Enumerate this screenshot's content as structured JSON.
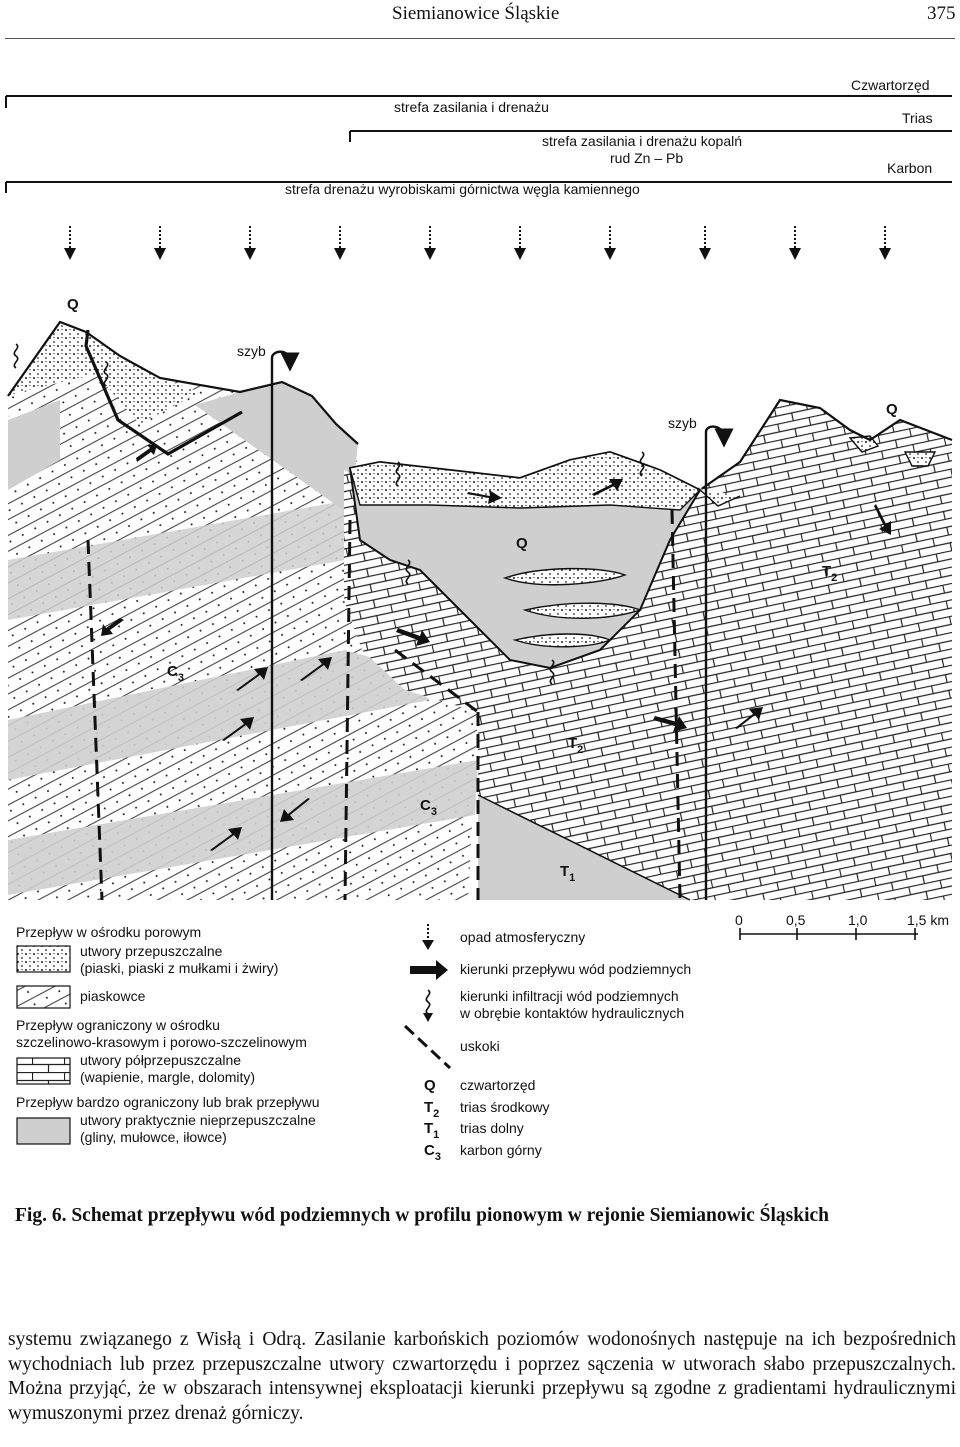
{
  "header": {
    "running_title": "Siemianowice Śląskie",
    "page_number": "375"
  },
  "figure": {
    "zones": {
      "czwartorzed": "Czwartorzęd",
      "trias": "Trias",
      "karbon": "Karbon",
      "strefa_zasilania": "strefa zasilania i drenażu",
      "strefa_kopaln_line1": "strefa zasilania i drenażu kopalń",
      "strefa_kopaln_line2": "rud Zn – Pb",
      "strefa_drenazu": "strefa drenażu wyrobiskami górnictwa węgla kamiennego"
    },
    "profile_labels": {
      "q_left": "Q",
      "q_right": "Q",
      "q_center": "Q",
      "szyb_left": "szyb",
      "szyb_right": "szyb",
      "c3_upper": "C",
      "c3_upper_sub": "3",
      "c3_lower": "C",
      "c3_lower_sub": "3",
      "t2_right": "T",
      "t2_right_sub": "2",
      "t2_center": "T",
      "t2_center_sub": "2",
      "t1": "T",
      "t1_sub": "1"
    },
    "legend": {
      "porous_heading": "Przepływ w ośrodku porowym",
      "permeable_line1": "utwory przepuszczalne",
      "permeable_line2": "(piaski, piaski z mułkami i żwiry)",
      "sandstone": "piaskowce",
      "fissure_heading_line1": "Przepływ ograniczony w ośrodku",
      "fissure_heading_line2": "szczelinowo-krasowym i porowo-szczelinowym",
      "semi_line1": "utwory półprzepuszczalne",
      "semi_line2": "(wapienie, margle, dolomity)",
      "limited_heading": "Przepływ bardzo ograniczony lub brak przepływu",
      "impermeable_line1": "utwory praktycznie nieprzepuszczalne",
      "impermeable_line2": "(gliny, mułowce, iłowce)",
      "precipitation": "opad atmosferyczny",
      "flow_direction": "kierunki przepływu wód podziemnych",
      "infiltration_line1": "kierunki infiltracji wód podziemnych",
      "infiltration_line2": "w obrębie kontaktów hydraulicznych",
      "faults": "uskoki",
      "strat": [
        {
          "sym": "Q",
          "sub": "",
          "name": "czwartorzęd"
        },
        {
          "sym": "T",
          "sub": "2",
          "name": "trias środkowy"
        },
        {
          "sym": "T",
          "sub": "1",
          "name": "trias dolny"
        },
        {
          "sym": "C",
          "sub": "3",
          "name": "karbon górny"
        }
      ],
      "scale_ticks": [
        "0",
        "0,5",
        "1,0",
        "1,5 km"
      ]
    }
  },
  "caption": "Fig. 6. Schemat przepływu wód podziemnych w profilu pionowym w rejonie Siemianowic Śląskich",
  "body_text": "systemu związanego z Wisłą i Odrą. Zasilanie karbońskich poziomów wodonośnych następuje na ich bezpośrednich wychodniach lub przez przepuszczalne utwory czwartorzędu i poprzez sączenia w utworach słabo przepuszczalnych. Można przyjąć, że w obszarach intensywnej eksploatacji kierunki przepływu są zgodne z gradientami hydraulicznymi wymuszonymi przez drenaż górniczy.",
  "colors": {
    "impermeable_gray": "#cfcfcf",
    "ink": "#111111"
  }
}
